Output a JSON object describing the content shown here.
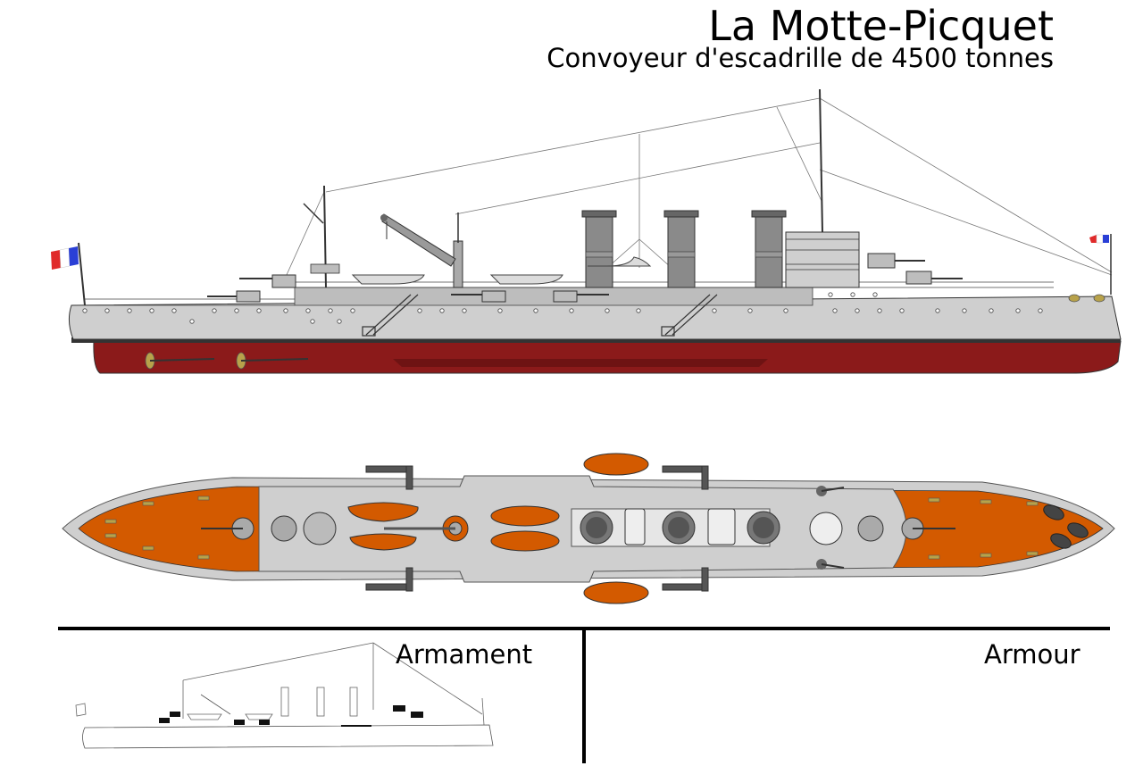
{
  "header": {
    "title": "La Motte-Picquet",
    "subtitle": "Convoyeur d'escadrille de 4500 tonnes"
  },
  "panels": {
    "armament_label": "Armament",
    "armour_label": "Armour"
  },
  "colors": {
    "hull_grey": "#cfcfcf",
    "superstructure_grey": "#bdbdbd",
    "hull_red": "#8b1a1a",
    "deck_orange": "#d35a00",
    "funnel_grey": "#8a8a8a",
    "flag_blue": "#2a3fd6",
    "flag_red": "#e02a2a",
    "armour_black": "#000000"
  }
}
